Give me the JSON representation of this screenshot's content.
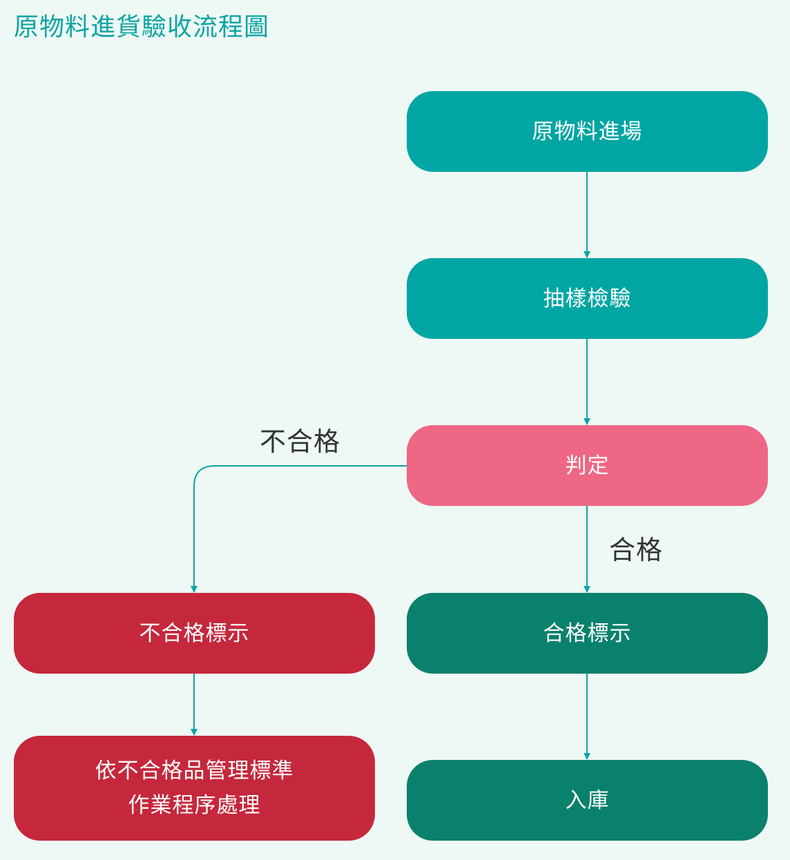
{
  "title": "原物料進貨驗收流程圖",
  "colors": {
    "background": "#eef8f5",
    "title": "#0ba5a3",
    "process": "#00a6a4",
    "decision": "#ee6784",
    "fail": "#c5283c",
    "pass": "#0a816c",
    "connector": "#0ba5a3",
    "edge_label": "#333333"
  },
  "nodes": {
    "raw_arrival": "原物料進場",
    "sampling": "抽樣檢驗",
    "judgement": "判定",
    "fail_mark": "不合格標示",
    "fail_process_line1": "依不合格品管理標準",
    "fail_process_line2": "作業程序處理",
    "pass_mark": "合格標示",
    "storage": "入庫"
  },
  "edge_labels": {
    "fail": "不合格",
    "pass": "合格"
  }
}
